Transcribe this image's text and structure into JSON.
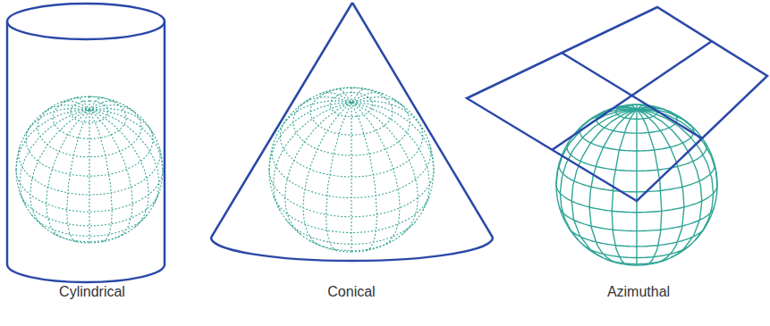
{
  "diagram": {
    "labels": [
      "Cylindrical",
      "Conical",
      "Azimuthal"
    ]
  }
}
